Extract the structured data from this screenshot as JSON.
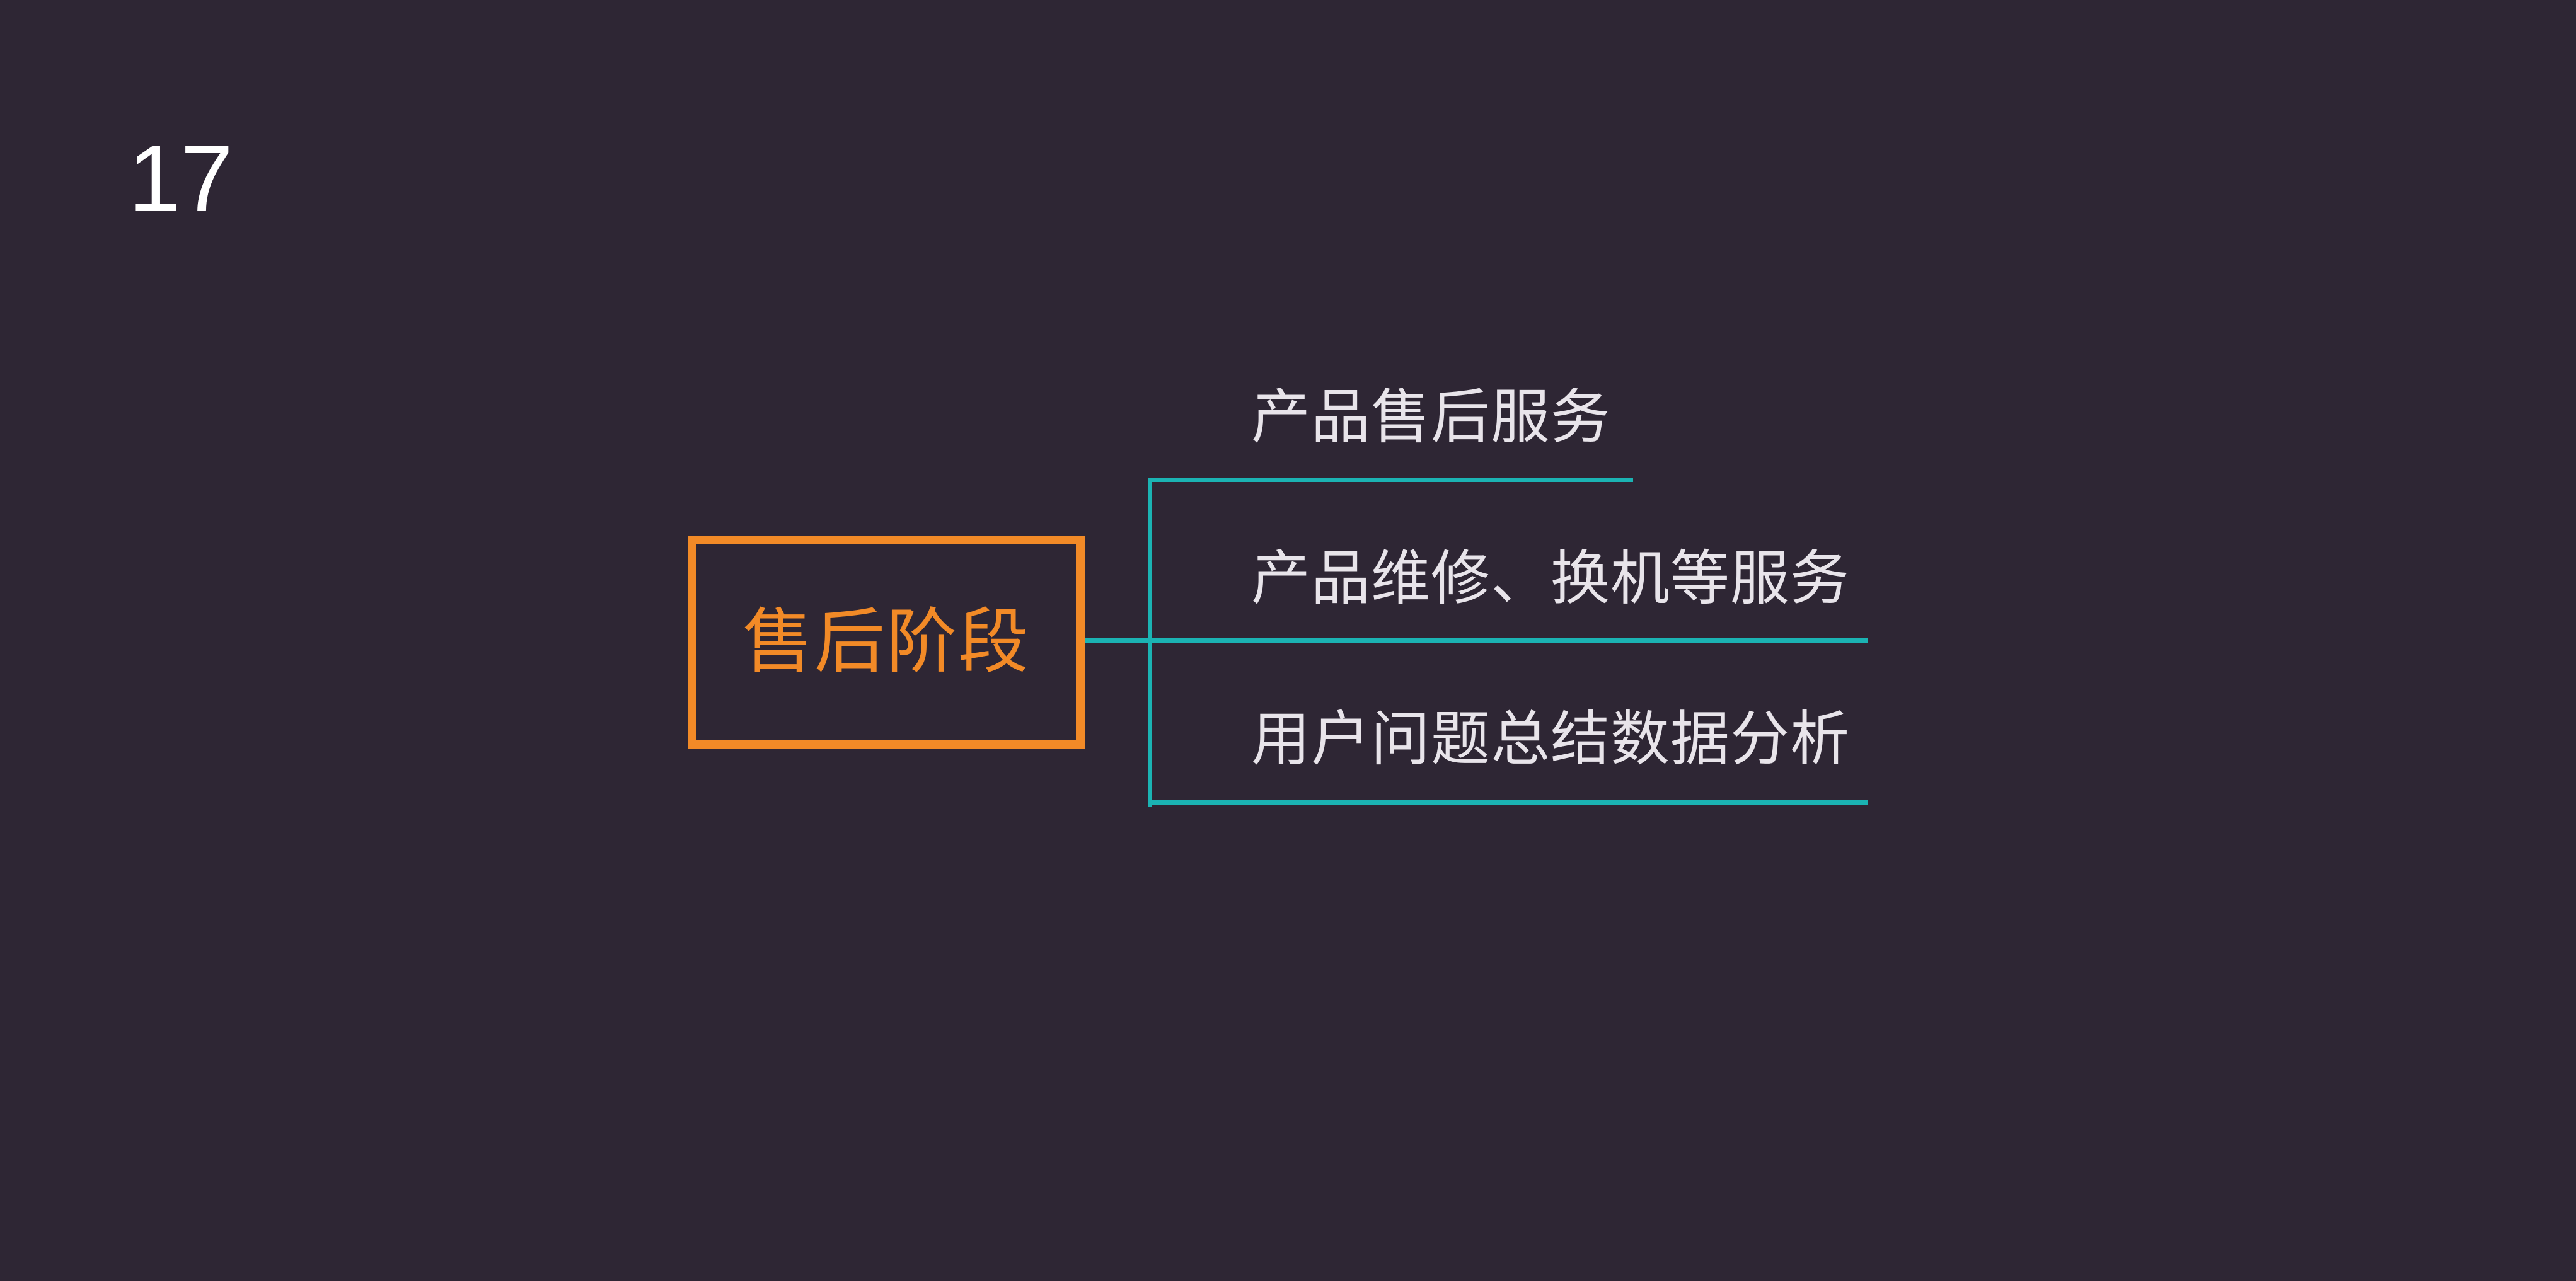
{
  "slide": {
    "number": "17"
  },
  "diagram": {
    "root": {
      "label": "售后阶段",
      "color": "#f28a27"
    },
    "branches": [
      {
        "label": "产品售后服务"
      },
      {
        "label": "产品维修、换机等服务"
      },
      {
        "label": "用户问题总结数据分析"
      }
    ],
    "connector_color": "#1bb3b3",
    "text_color": "#e8e4ea",
    "background_color": "#2e2634"
  }
}
